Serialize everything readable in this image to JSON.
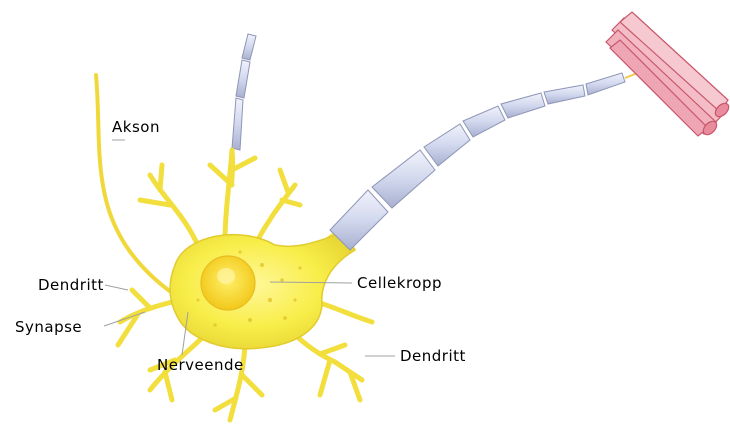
{
  "labels": {
    "akson": "Akson",
    "dendritt_left": "Dendritt",
    "synapse": "Synapse",
    "nerveende": "Nerveende",
    "cellekropp": "Cellekropp",
    "dendritt_right": "Dendritt"
  },
  "colors": {
    "cell_body": "#f8ee4a",
    "cell_body_dark": "#e5c92a",
    "nucleus": "#ffd21f",
    "myelin": "#d6dcf0",
    "myelin_edge": "#8e96b8",
    "muscle": "#f2b7c2",
    "muscle_edge": "#c8576b",
    "leader_line": "#9a9a9a"
  }
}
